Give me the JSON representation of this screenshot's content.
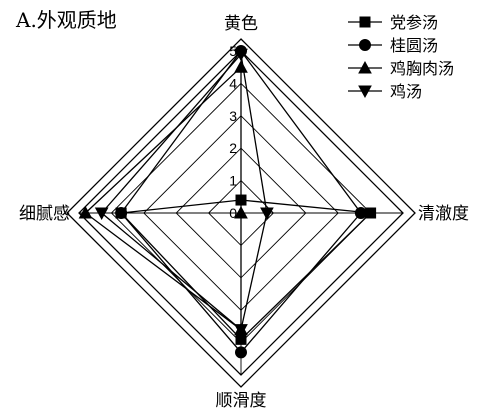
{
  "chart_data": {
    "type": "radar",
    "title": "A.外观质地",
    "axes": [
      "黄色",
      "清澈度",
      "顺滑度",
      "细腻感"
    ],
    "rlim": [
      0,
      5
    ],
    "ticks": [
      "0",
      "1",
      "2",
      "3",
      "4",
      "5"
    ],
    "grid": true,
    "legend_position": "top-right",
    "series": [
      {
        "name": "党参汤",
        "marker": "square",
        "values": [
          0.4,
          4.0,
          3.9,
          3.7
        ]
      },
      {
        "name": "桂圆汤",
        "marker": "circle",
        "values": [
          5.0,
          3.7,
          4.3,
          3.7
        ]
      },
      {
        "name": "鸡胸肉汤",
        "marker": "triangle-up",
        "values": [
          4.5,
          0.0,
          3.6,
          4.8
        ]
      },
      {
        "name": "鸡汤",
        "marker": "triangle-down",
        "values": [
          4.9,
          0.8,
          3.6,
          4.3
        ]
      }
    ]
  }
}
